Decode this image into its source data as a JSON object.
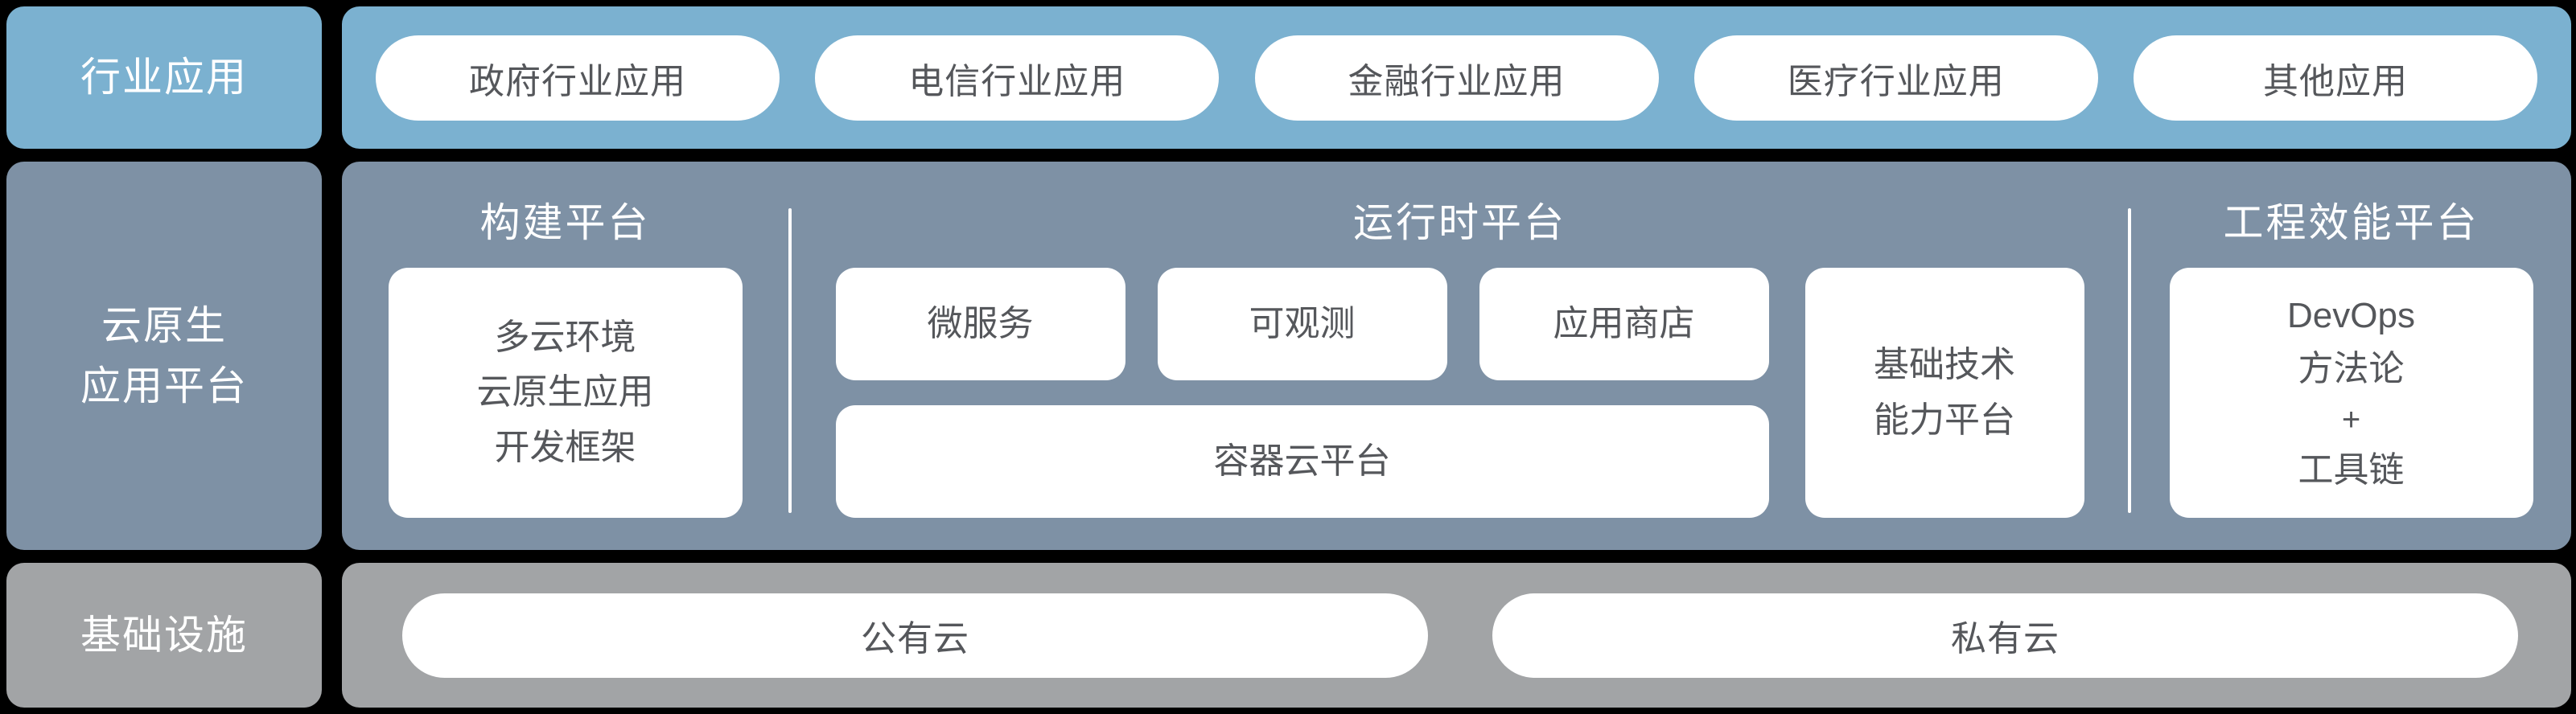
{
  "colors": {
    "background": "#000000",
    "industry_blue": "#7bb1d0",
    "platform_slate": "#7e91a5",
    "infrastructure_gray": "#a2a4a6",
    "card_white": "#ffffff",
    "card_text": "#55575b",
    "label_text": "#ffffff"
  },
  "industry": {
    "label": "行业应用",
    "pills": [
      "政府行业应用",
      "电信行业应用",
      "金融行业应用",
      "医疗行业应用",
      "其他应用"
    ]
  },
  "platform": {
    "label_lines": [
      "云原生",
      "应用平台"
    ],
    "build": {
      "heading": "构建平台",
      "card_lines": [
        "多云环境",
        "云原生应用",
        "开发框架"
      ]
    },
    "runtime": {
      "heading": "运行时平台",
      "cards": [
        "微服务",
        "可观测",
        "应用商店"
      ],
      "wide_card": "容器云平台",
      "tall_card_lines": [
        "基础技术",
        "能力平台"
      ]
    },
    "devops": {
      "heading": "工程效能平台",
      "card_lines": [
        "DevOps",
        "方法论",
        "+",
        "工具链"
      ]
    }
  },
  "infrastructure": {
    "label": "基础设施",
    "pills": [
      "公有云",
      "私有云"
    ]
  }
}
